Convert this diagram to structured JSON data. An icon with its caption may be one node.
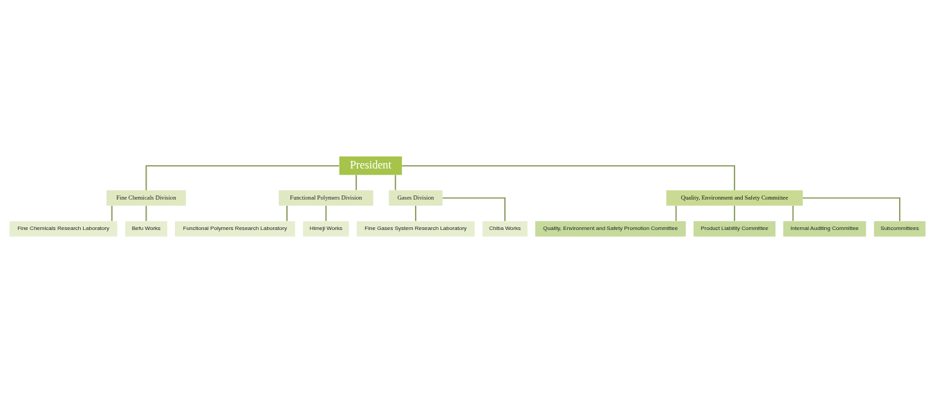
{
  "diagram": {
    "nodes": [
      {
        "text": [
          "President"
        ]
      },
      {
        "text": [
          "Fine Chemicals Division"
        ]
      },
      {
        "text": [
          "Fine Chemicals Research Laboratory"
        ]
      },
      {
        "text": [
          "Befu Works"
        ]
      },
      {
        "text": [
          "Functional Polymers Division"
        ]
      },
      {
        "text": [
          "Functional Polymers Research Laboratory"
        ]
      },
      {
        "text": [
          "Himeji Works"
        ]
      },
      {
        "text": [
          "Gases Division"
        ]
      },
      {
        "text": [
          "Fine Gases System Research Laboratory"
        ]
      },
      {
        "text": [
          "Chiba Works"
        ]
      },
      {
        "text": [
          "Quality, Environment and Safety Committee"
        ]
      },
      {
        "text": [
          "Quality, Environment and Safety Promotion Committee"
        ]
      },
      {
        "text": [
          "Product Liability Committee"
        ]
      },
      {
        "text": [
          "Internal Auditing Committee"
        ]
      },
      {
        "text": [
          "Subcommittees"
        ]
      }
    ],
    "edges": [
      {
        "from": 0,
        "to": 1,
        "arrow": "none"
      },
      {
        "from": 0,
        "to": 4,
        "arrow": "none"
      },
      {
        "from": 0,
        "to": 7,
        "arrow": "none"
      },
      {
        "from": 0,
        "to": 10,
        "arrow": "none"
      },
      {
        "from": 1,
        "to": 2,
        "arrow": "none"
      },
      {
        "from": 1,
        "to": 3,
        "arrow": "none"
      },
      {
        "from": 4,
        "to": 5,
        "arrow": "none"
      },
      {
        "from": 4,
        "to": 6,
        "arrow": "none"
      },
      {
        "from": 7,
        "to": 8,
        "arrow": "none"
      },
      {
        "from": 7,
        "to": 9,
        "arrow": "none"
      },
      {
        "from": 10,
        "to": 11,
        "arrow": "none"
      },
      {
        "from": 10,
        "to": 12,
        "arrow": "none"
      },
      {
        "from": 10,
        "to": 13,
        "arrow": "none"
      },
      {
        "from": 10,
        "to": 14,
        "arrow": "none"
      }
    ]
  }
}
